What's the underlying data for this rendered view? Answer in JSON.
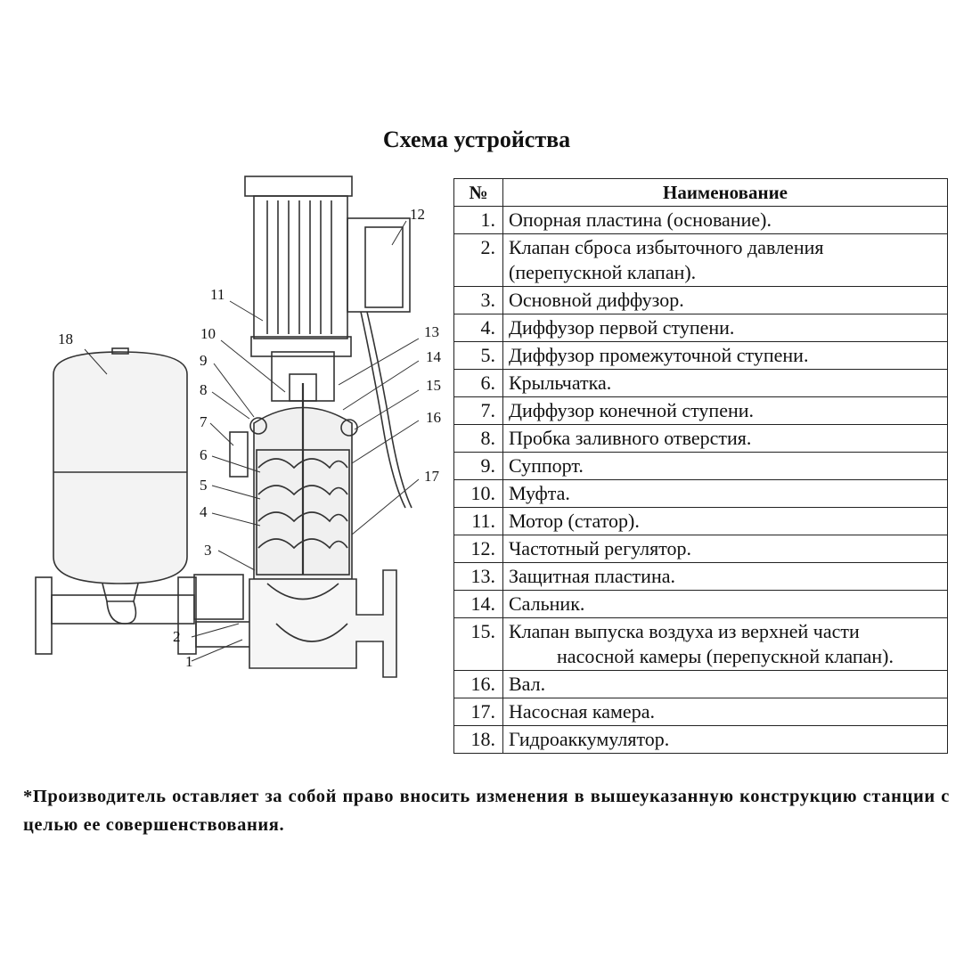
{
  "title": "Схема устройства",
  "table": {
    "header_num": "№",
    "header_name": "Наименование",
    "rows": [
      {
        "num": "1.",
        "name": "Опорная пластина (основание)."
      },
      {
        "num": "2.",
        "name": "Клапан сброса избыточного давления",
        "name2": "(перепускной клапан)."
      },
      {
        "num": "3.",
        "name": "Основной диффузор."
      },
      {
        "num": "4.",
        "name": "Диффузор первой ступени."
      },
      {
        "num": "5.",
        "name": "Диффузор промежуточной ступени."
      },
      {
        "num": "6.",
        "name": "Крыльчатка."
      },
      {
        "num": "7.",
        "name": "Диффузор конечной ступени."
      },
      {
        "num": "8.",
        "name": "Пробка заливного отверстия."
      },
      {
        "num": "9.",
        "name": "Суппорт."
      },
      {
        "num": "10.",
        "name": "Муфта."
      },
      {
        "num": "11.",
        "name": "Мотор (статор)."
      },
      {
        "num": "12.",
        "name": "Частотный регулятор."
      },
      {
        "num": "13.",
        "name": "Защитная пластина."
      },
      {
        "num": "14.",
        "name": "Сальник."
      },
      {
        "num": "15.",
        "name": "Клапан выпуска воздуха из верхней части",
        "name2": "насосной камеры (перепускной клапан)."
      },
      {
        "num": "16.",
        "name": "Вал."
      },
      {
        "num": "17.",
        "name": "Насосная камера."
      },
      {
        "num": "18.",
        "name": "Гидроаккумулятор."
      }
    ]
  },
  "callouts": [
    "1",
    "2",
    "3",
    "4",
    "5",
    "6",
    "7",
    "8",
    "9",
    "10",
    "11",
    "12",
    "13",
    "14",
    "15",
    "16",
    "17",
    "18"
  ],
  "footnote": "*Производитель оставляет за собой право вносить изменения в вышеуказанную конструкцию станции с целью ее совершенствования."
}
